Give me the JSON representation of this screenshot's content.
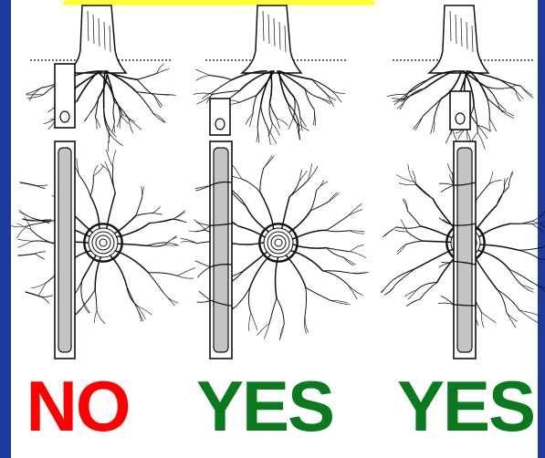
{
  "colors": {
    "frame": "#1f3a9c",
    "top_band": "#ffff3a",
    "no": "#ff0000",
    "yes": "#0a7a1e",
    "tube_fill": "#c4c4c4",
    "ink": "#111111"
  },
  "panels": [
    {
      "verdict": "NO",
      "status": "no",
      "tube_position": "beside-roots"
    },
    {
      "verdict": "YES",
      "status": "yes",
      "tube_position": "within-roots"
    },
    {
      "verdict": "YES",
      "status": "yes",
      "tube_position": "through-root-zone"
    }
  ]
}
